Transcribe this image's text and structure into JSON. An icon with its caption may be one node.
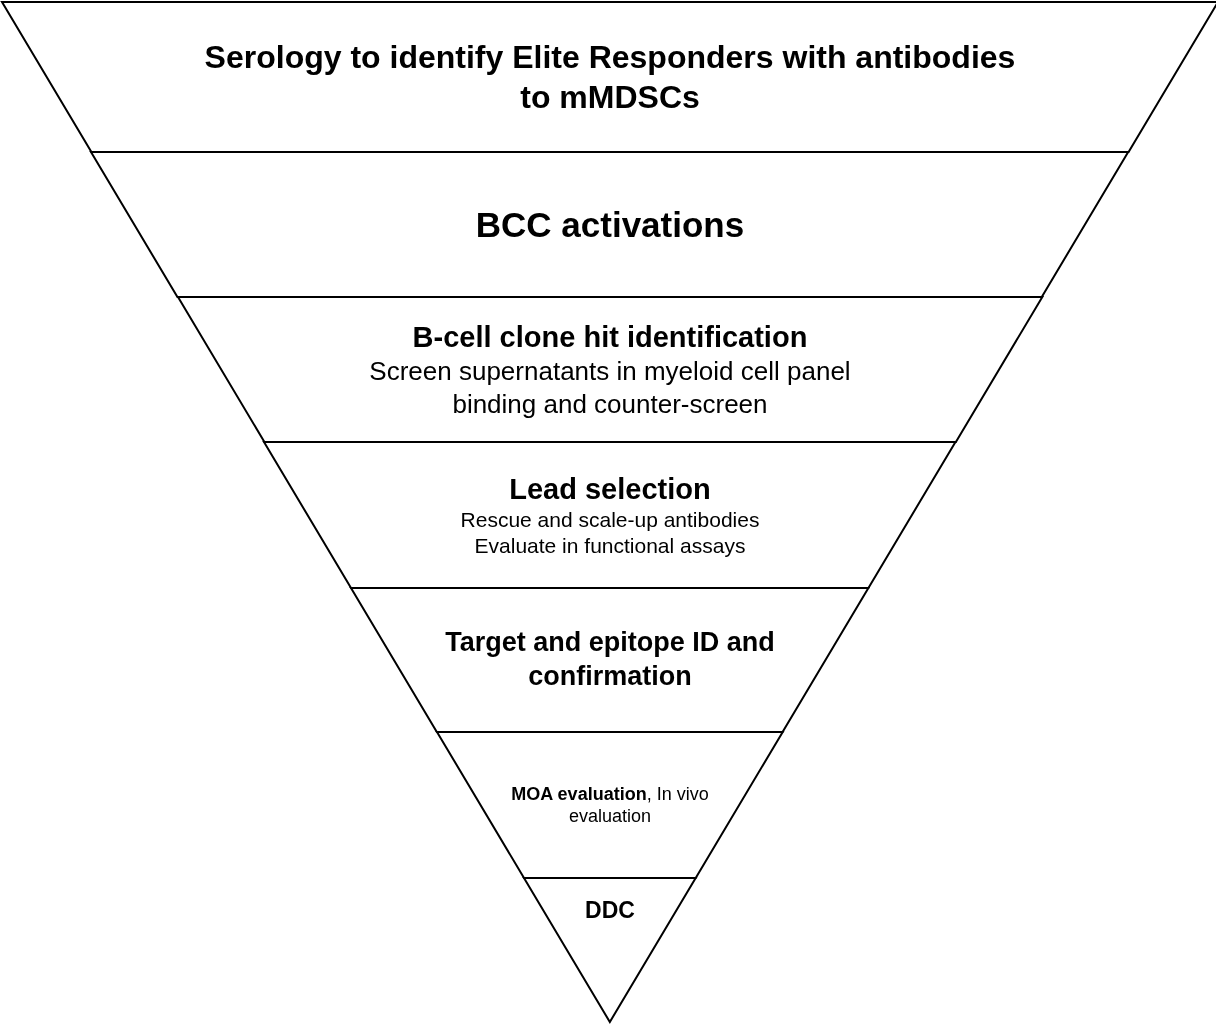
{
  "diagram": {
    "nodes": [
      {
        "text": [
          "Serology to identify Elite Responders with antibodies to mMDSCs"
        ]
      },
      {
        "text": [
          "BCC activations"
        ]
      },
      {
        "text": [
          "B-cell clone hit identification",
          "Screen supernatants in myeloid cell panel binding and counter-screen"
        ]
      },
      {
        "text": [
          "Lead selection",
          "Rescue and scale-up antibodies",
          "Evaluate in functional assays"
        ]
      },
      {
        "text": [
          "Target and epitope ID and confirmation"
        ]
      },
      {
        "text": [
          "**MOA evaluation**, In vivo evaluation"
        ]
      },
      {
        "text": [
          "DDC"
        ]
      }
    ]
  }
}
